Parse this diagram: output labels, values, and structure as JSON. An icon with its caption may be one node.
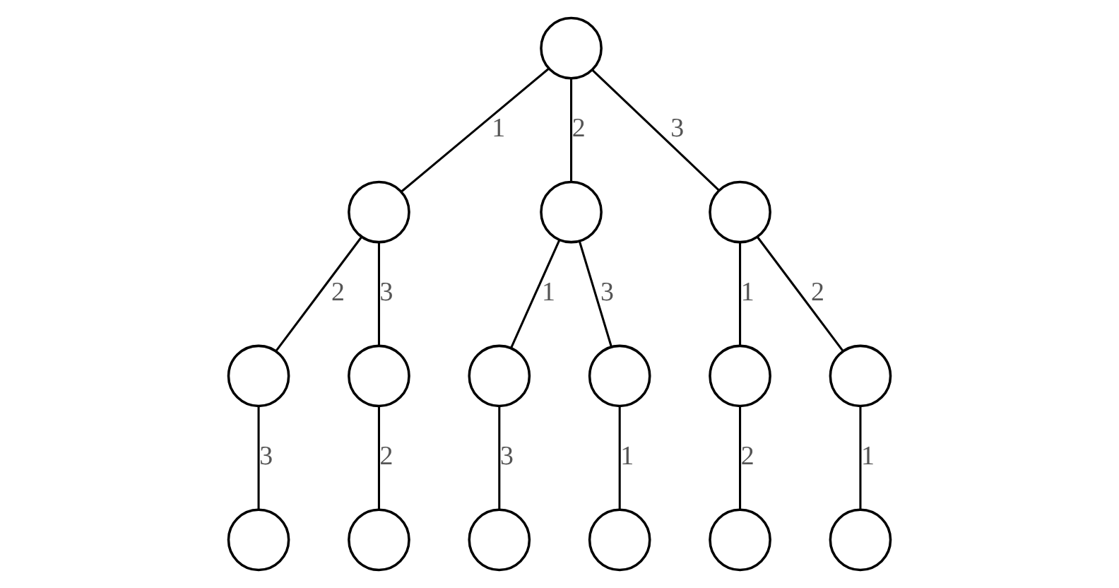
{
  "diagram": {
    "nodes": [
      {
        "text": [],
        "shape": "circle"
      },
      {
        "text": [],
        "shape": "circle"
      },
      {
        "text": [],
        "shape": "circle"
      },
      {
        "text": [],
        "shape": "circle"
      },
      {
        "text": [],
        "shape": "circle"
      },
      {
        "text": [],
        "shape": "circle"
      },
      {
        "text": [],
        "shape": "circle"
      },
      {
        "text": [],
        "shape": "circle"
      },
      {
        "text": [],
        "shape": "circle"
      },
      {
        "text": [],
        "shape": "circle"
      },
      {
        "text": [],
        "shape": "circle"
      },
      {
        "text": [],
        "shape": "circle"
      },
      {
        "text": [],
        "shape": "circle"
      },
      {
        "text": [],
        "shape": "circle"
      },
      {
        "text": [],
        "shape": "circle"
      },
      {
        "text": [],
        "shape": "circle"
      }
    ],
    "edges": [
      {
        "from": 0,
        "to": 1,
        "arrow": "none",
        "label": "1"
      },
      {
        "from": 0,
        "to": 2,
        "arrow": "none",
        "label": "2"
      },
      {
        "from": 0,
        "to": 3,
        "arrow": "none",
        "label": "3"
      },
      {
        "from": 1,
        "to": 4,
        "arrow": "none",
        "label": "2"
      },
      {
        "from": 1,
        "to": 5,
        "arrow": "none",
        "label": "3"
      },
      {
        "from": 2,
        "to": 6,
        "arrow": "none",
        "label": "1"
      },
      {
        "from": 2,
        "to": 7,
        "arrow": "none",
        "label": "3"
      },
      {
        "from": 3,
        "to": 8,
        "arrow": "none",
        "label": "1"
      },
      {
        "from": 3,
        "to": 9,
        "arrow": "none",
        "label": "2"
      },
      {
        "from": 4,
        "to": 10,
        "arrow": "none",
        "label": "3"
      },
      {
        "from": 5,
        "to": 11,
        "arrow": "none",
        "label": "2"
      },
      {
        "from": 6,
        "to": 12,
        "arrow": "none",
        "label": "3"
      },
      {
        "from": 7,
        "to": 13,
        "arrow": "none",
        "label": "1"
      },
      {
        "from": 8,
        "to": 14,
        "arrow": "none",
        "label": "2"
      },
      {
        "from": 9,
        "to": 15,
        "arrow": "none",
        "label": "1"
      }
    ]
  }
}
